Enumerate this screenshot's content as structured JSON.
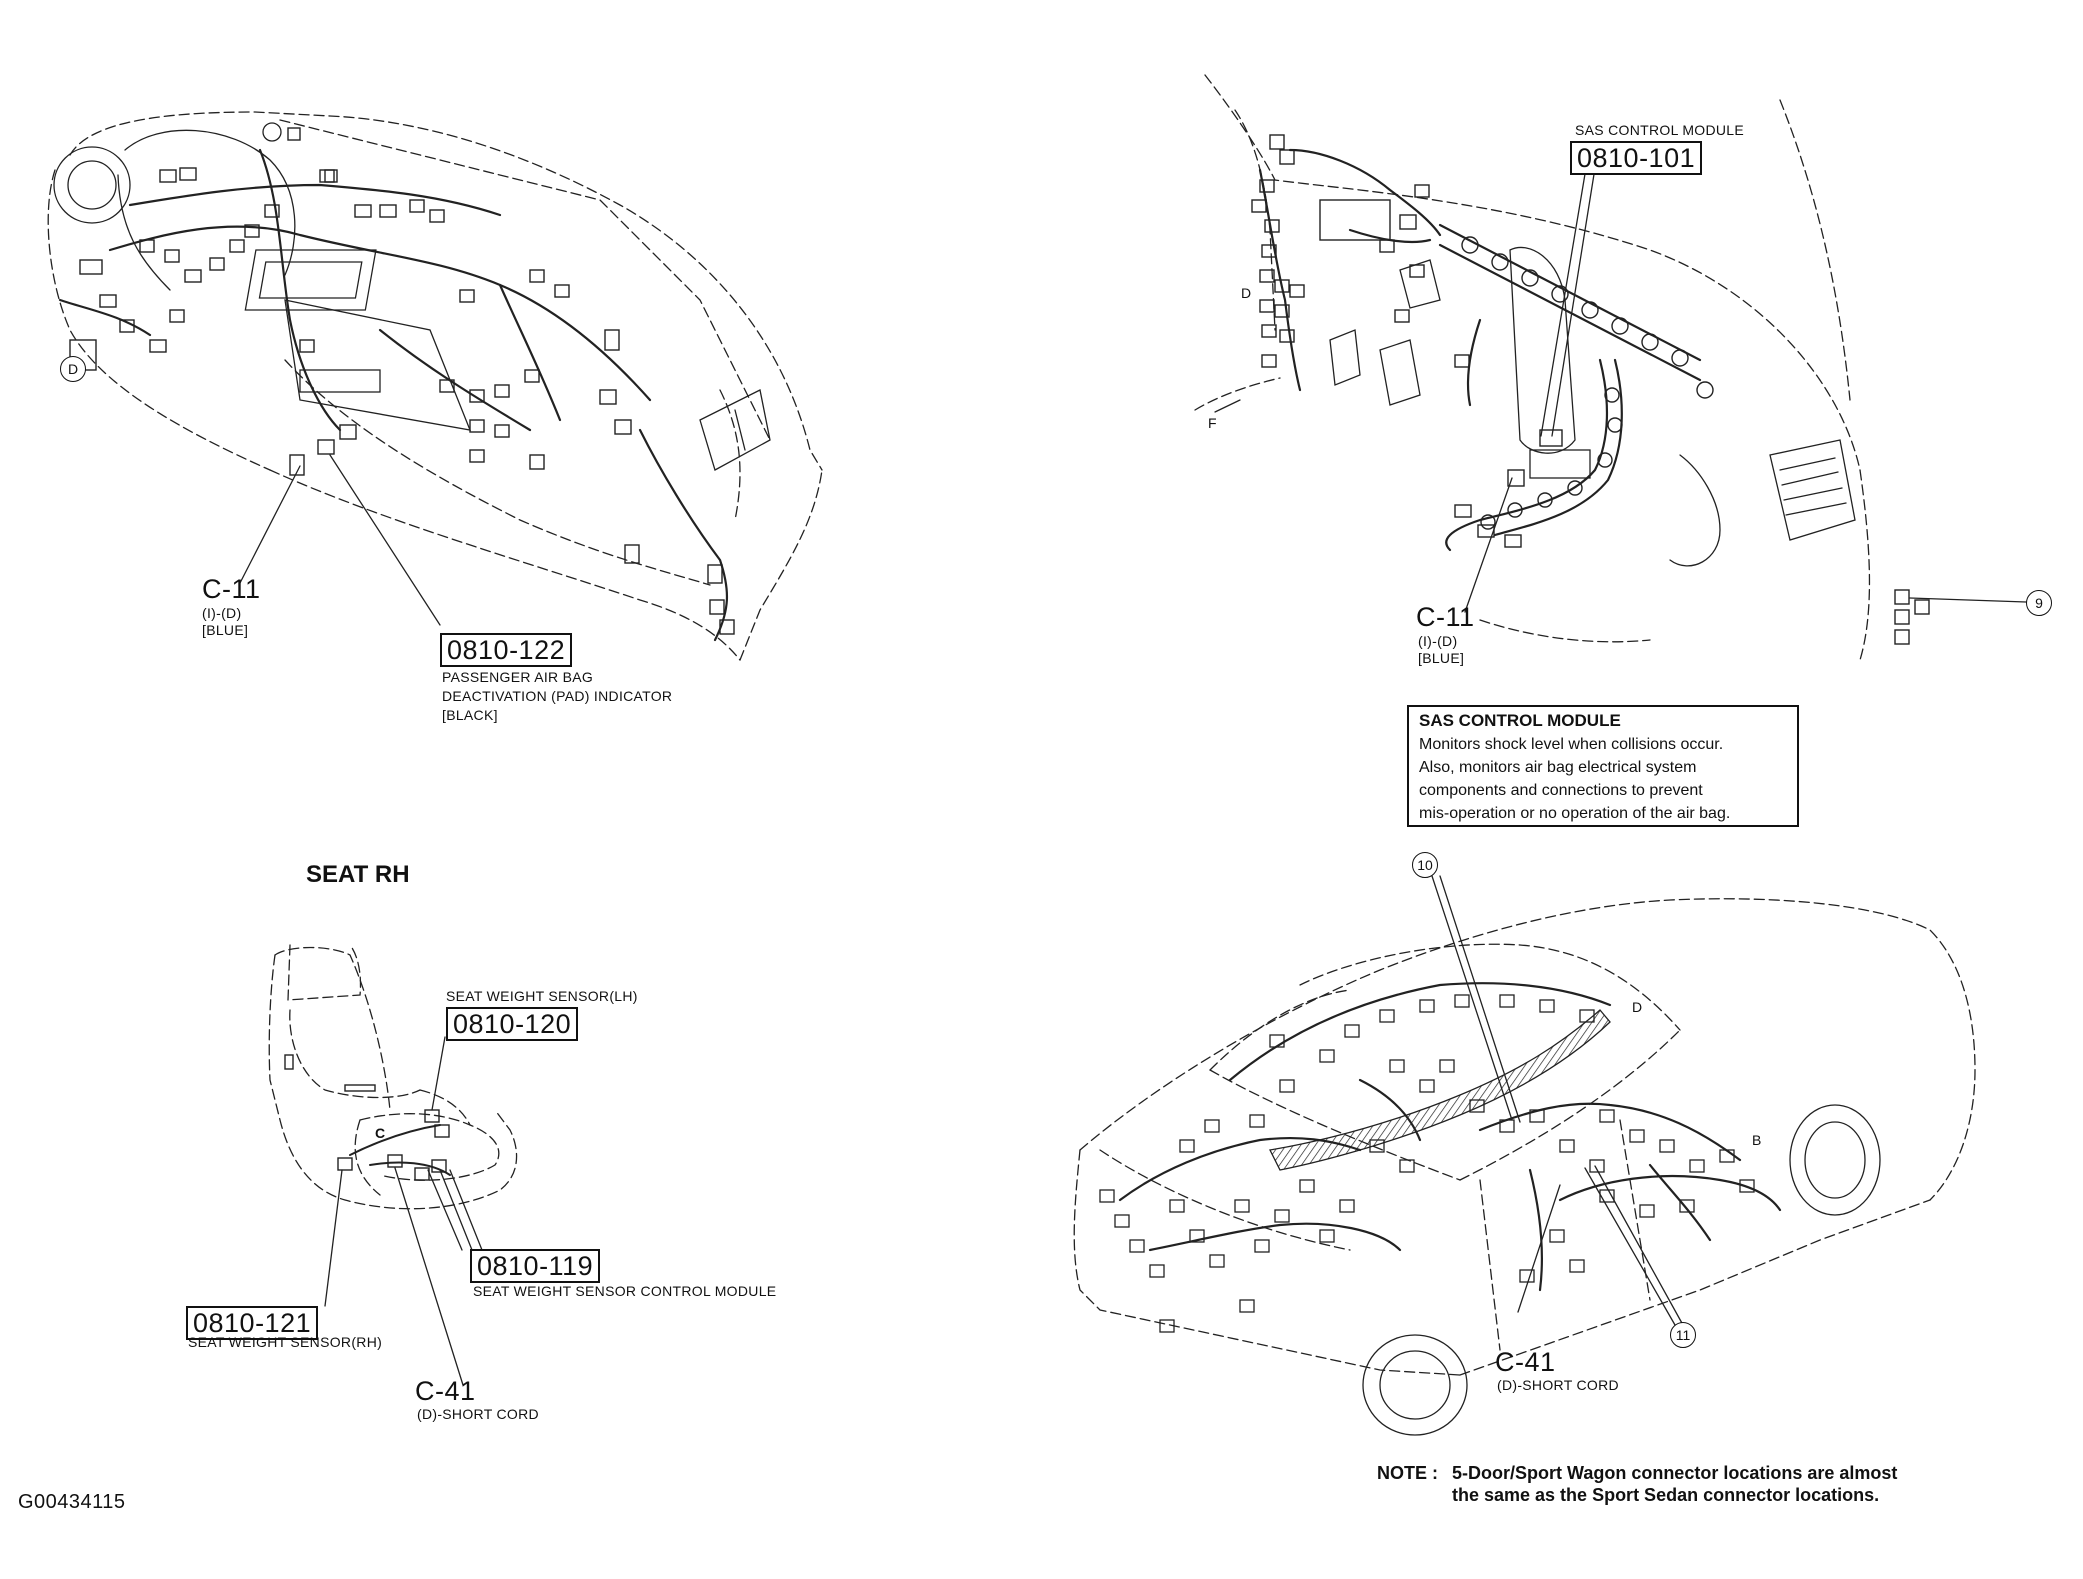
{
  "figure_id": "G00434115",
  "dash_view": {
    "c11": {
      "code": "C-11",
      "sub": "(I)-(D)",
      "color": "[BLUE]"
    },
    "pad": {
      "code": "0810-122",
      "lines": [
        "PASSENGER AIR BAG",
        "DEACTIVATION (PAD) INDICATOR",
        "[BLACK]"
      ]
    },
    "marker": "D"
  },
  "sas_view": {
    "module_label": "SAS CONTROL MODULE",
    "module_code": "0810-101",
    "c11": {
      "code": "C-11",
      "sub": "(I)-(D)",
      "color": "[BLUE]"
    },
    "callout": "9",
    "markers": [
      "D",
      "F"
    ]
  },
  "sas_box": {
    "heading": "SAS CONTROL MODULE",
    "lines": [
      "Monitors shock level when collisions occur.",
      "Also, monitors air bag electrical system",
      "components and connections to prevent",
      "mis-operation or no operation of the air bag."
    ]
  },
  "seat_view": {
    "title": "SEAT RH",
    "lh": {
      "label": "SEAT WEIGHT SENSOR(LH)",
      "code": "0810-120"
    },
    "module": {
      "code": "0810-119",
      "label": "SEAT WEIGHT SENSOR CONTROL MODULE"
    },
    "rh": {
      "code": "0810-121",
      "label": "SEAT WEIGHT SENSOR(RH)"
    },
    "c41": {
      "code": "C-41",
      "sub": "(D)-SHORT CORD"
    },
    "marker": "C"
  },
  "car_view": {
    "callouts": [
      "10",
      "11"
    ],
    "c41": {
      "code": "C-41",
      "sub": "(D)-SHORT CORD"
    },
    "markers": [
      "D",
      "B"
    ]
  },
  "note": {
    "key": "NOTE :",
    "lines": [
      "5-Door/Sport Wagon connector locations are almost",
      "the same as the Sport Sedan connector locations."
    ]
  }
}
